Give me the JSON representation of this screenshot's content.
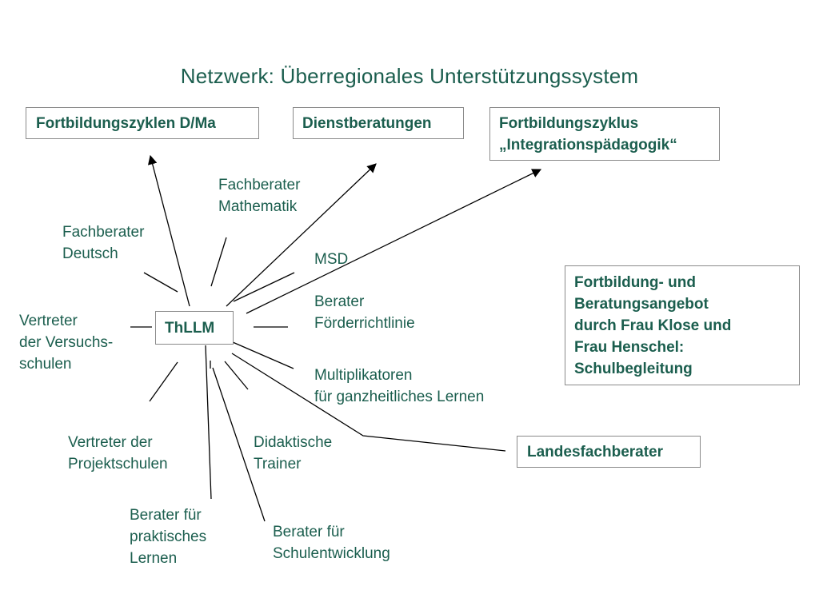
{
  "title": "Netzwerk: Überregionales Unterstützungssystem",
  "colors": {
    "text": "#1b5e4e",
    "border": "#8a8a8a",
    "line": "#000000"
  },
  "boxes": {
    "fortbildungszyklen": "Fortbildungszyklen D/Ma",
    "dienstberatungen": "Dienstberatungen",
    "integration": "Fortbildungszyklus\n„Integrationspädagogik“",
    "thllm": "ThLLM",
    "angebot": "Fortbildung- und\nBeratungsangebot\ndurch Frau Klose und\nFrau Henschel:\nSchulbegleitung",
    "landesfachberater": "Landesfachberater"
  },
  "labels": {
    "fachberater_mathematik": "Fachberater\nMathematik",
    "fachberater_deutsch": "Fachberater\nDeutsch",
    "msd": "MSD",
    "berater_foerderrichtlinie": "Berater\nFörderrichtlinie",
    "vertreter_versuchsschulen": "Vertreter\nder Versuchs-\nschulen",
    "multiplikatoren": "Multiplikatoren\nfür ganzheitliches Lernen",
    "vertreter_projektschulen": "Vertreter der\nProjektschulen",
    "didaktische_trainer": "Didaktische\nTrainer",
    "berater_praktisches_lernen": "Berater für\npraktisches\nLernen",
    "berater_schulentwicklung": "Berater für\nSchulentwicklung"
  }
}
